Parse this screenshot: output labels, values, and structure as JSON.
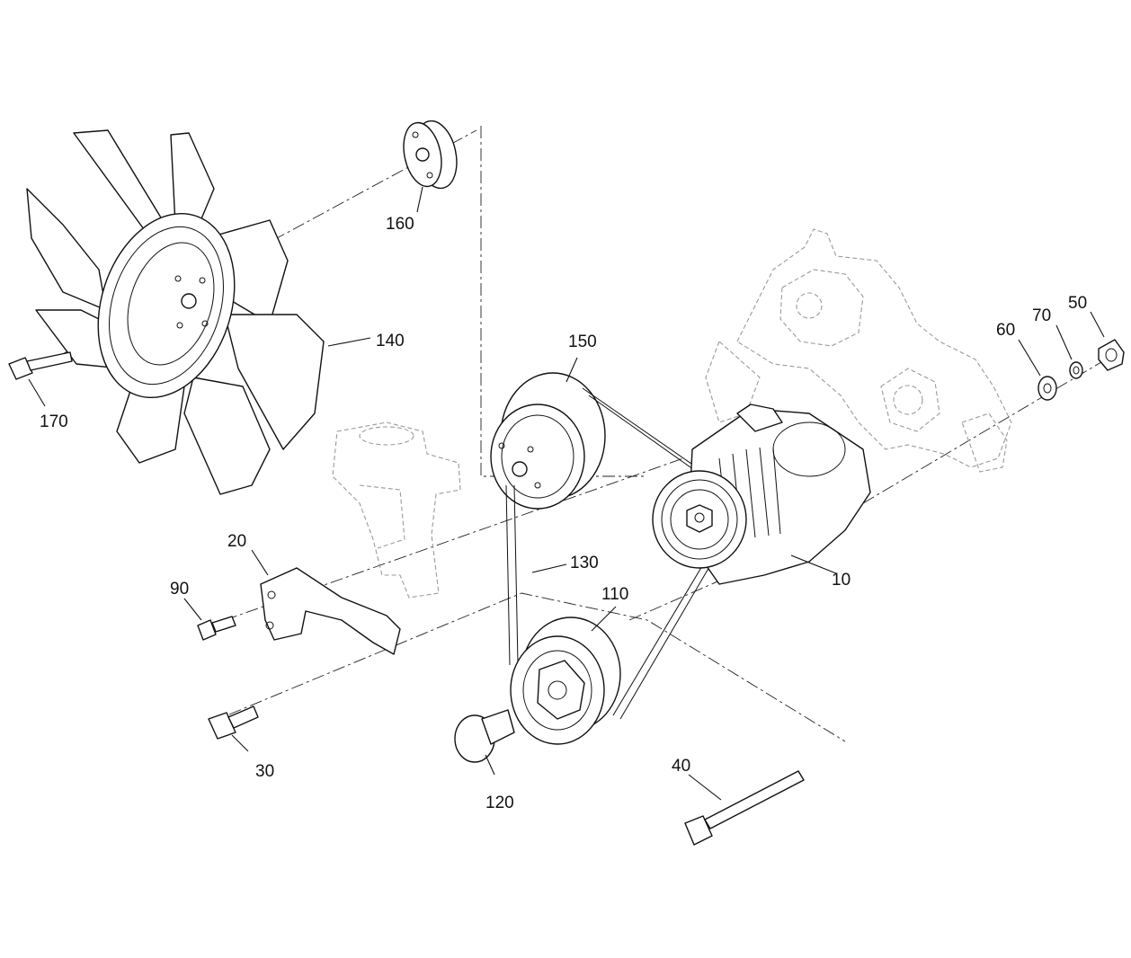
{
  "callouts": {
    "p10": "10",
    "p20": "20",
    "p30": "30",
    "p40": "40",
    "p50": "50",
    "p60": "60",
    "p70": "70",
    "p90": "90",
    "p110": "110",
    "p120": "120",
    "p130": "130",
    "p140": "140",
    "p150": "150",
    "p160": "160",
    "p170": "170"
  }
}
